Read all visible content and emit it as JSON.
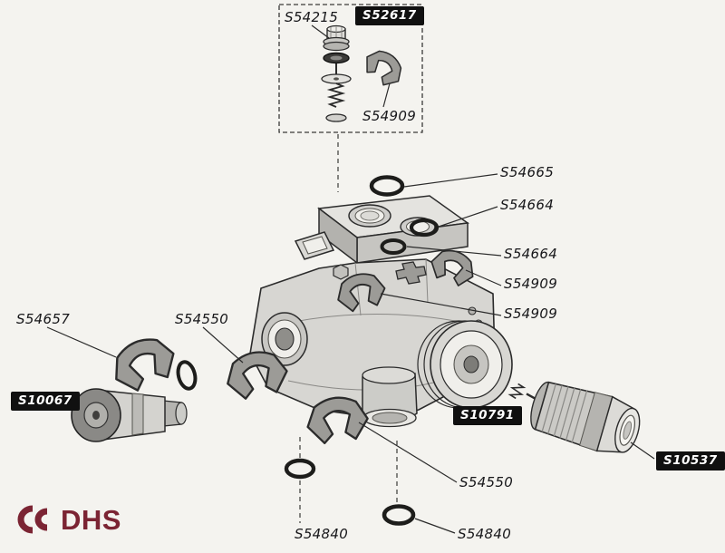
{
  "page": {
    "type": "exploded-parts-diagram",
    "subject": "thermostatic valve assembly",
    "background": "#f4f3ef"
  },
  "colors": {
    "line": "#2b2b2b",
    "label_text": "#17171a",
    "boxed_label_bg": "#101010",
    "boxed_label_text": "#ffffff",
    "logo": "#7b2433"
  },
  "logo": {
    "text": "DHS",
    "icon": "double-c-arrow-icon"
  },
  "labels": {
    "s54215": {
      "text": "S54215",
      "style": "plain"
    },
    "s52617": {
      "text": "S52617",
      "style": "boxed"
    },
    "s54909_inset": {
      "text": "S54909",
      "style": "plain"
    },
    "s54665": {
      "text": "S54665",
      "style": "plain"
    },
    "s54664_upper": {
      "text": "S54664",
      "style": "plain"
    },
    "s54664_lower": {
      "text": "S54664",
      "style": "plain"
    },
    "s54909_upper": {
      "text": "S54909",
      "style": "plain"
    },
    "s54909_lower": {
      "text": "S54909",
      "style": "plain"
    },
    "s54657": {
      "text": "S54657",
      "style": "plain"
    },
    "s54550_left": {
      "text": "S54550",
      "style": "plain"
    },
    "s10067": {
      "text": "S10067",
      "style": "boxed"
    },
    "s10791": {
      "text": "S10791",
      "style": "boxed"
    },
    "s10537": {
      "text": "S10537",
      "style": "boxed"
    },
    "s54550_bottom": {
      "text": "S54550",
      "style": "plain"
    },
    "s54840_left": {
      "text": "S54840",
      "style": "plain"
    },
    "s54840_right": {
      "text": "S54840",
      "style": "plain"
    }
  }
}
